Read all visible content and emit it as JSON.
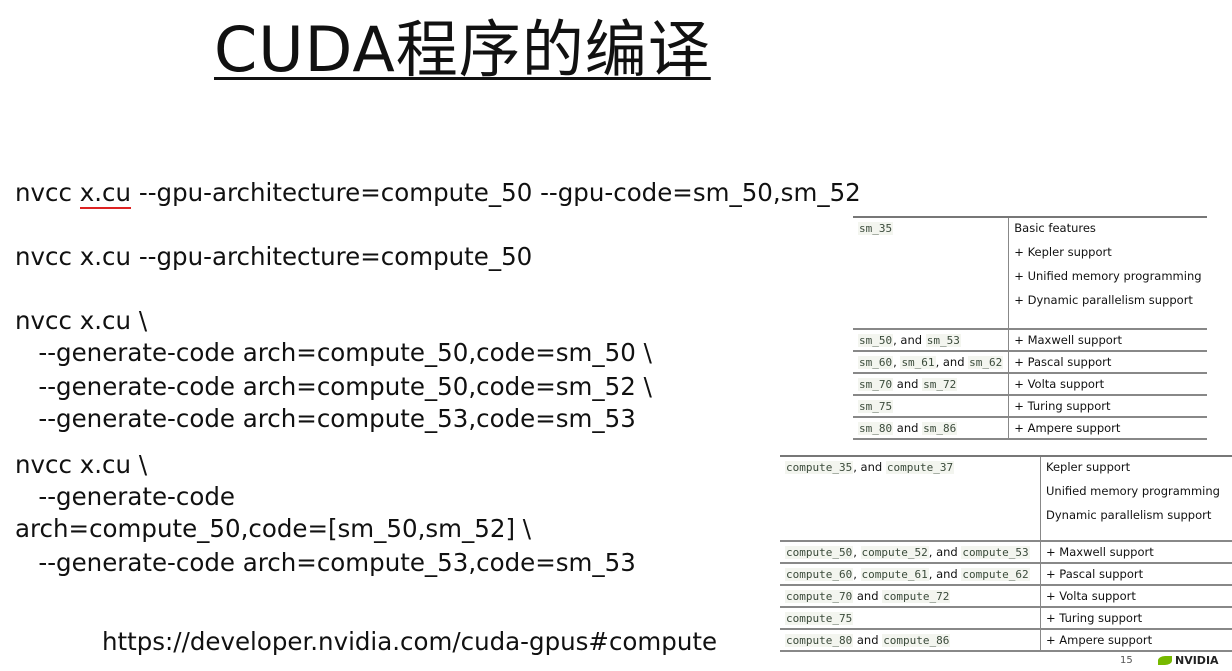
{
  "title": "CUDA程序的编译",
  "commands": [
    {
      "pre": "nvcc ",
      "ul": "x.cu",
      "post": " --gpu-architecture=compute_50 --gpu-code=sm_50,sm_52"
    },
    {
      "pre": "nvcc x.cu --gpu-architecture=compute_50"
    },
    {
      "pre": "nvcc x.cu \\"
    },
    {
      "pre": "   --generate-code arch=compute_50,code=sm_50 \\"
    },
    {
      "pre": "   --generate-code arch=compute_50,code=sm_52 \\"
    },
    {
      "pre": "   --generate-code arch=compute_53,code=sm_53"
    },
    {
      "pre": "nvcc x.cu \\"
    },
    {
      "pre": "   --generate-code"
    },
    {
      "pre": "arch=compute_50,code=[sm_50,sm_52] \\"
    },
    {
      "pre": "   --generate-code arch=compute_53,code=sm_53"
    }
  ],
  "url": "https://developer.nvidia.com/cuda-gpus#compute",
  "sm_table": [
    {
      "left": [
        {
          "c": "sm_35"
        }
      ],
      "right": [
        "Basic features",
        "+ Kepler support",
        "+ Unified memory programming",
        "+ Dynamic parallelism support"
      ]
    },
    {
      "left": [
        {
          "c": "sm_50"
        },
        {
          "t": ", and "
        },
        {
          "c": "sm_53"
        }
      ],
      "right": [
        "+ Maxwell support"
      ]
    },
    {
      "left": [
        {
          "c": "sm_60"
        },
        {
          "t": ", "
        },
        {
          "c": "sm_61"
        },
        {
          "t": ", and "
        },
        {
          "c": "sm_62"
        }
      ],
      "right": [
        "+ Pascal support"
      ]
    },
    {
      "left": [
        {
          "c": "sm_70"
        },
        {
          "t": " and "
        },
        {
          "c": "sm_72"
        }
      ],
      "right": [
        "+ Volta support"
      ]
    },
    {
      "left": [
        {
          "c": "sm_75"
        }
      ],
      "right": [
        "+ Turing support"
      ]
    },
    {
      "left": [
        {
          "c": "sm_80"
        },
        {
          "t": " and "
        },
        {
          "c": "sm_86"
        }
      ],
      "right": [
        "+ Ampere support"
      ]
    }
  ],
  "compute_table": [
    {
      "left": [
        {
          "c": "compute_35"
        },
        {
          "t": ", and "
        },
        {
          "c": "compute_37"
        }
      ],
      "right": [
        "Kepler support",
        "Unified memory programming",
        "Dynamic parallelism support"
      ]
    },
    {
      "left": [
        {
          "c": "compute_50"
        },
        {
          "t": ", "
        },
        {
          "c": "compute_52"
        },
        {
          "t": ", and "
        },
        {
          "c": "compute_53"
        }
      ],
      "right": [
        "+ Maxwell support"
      ]
    },
    {
      "left": [
        {
          "c": "compute_60"
        },
        {
          "t": ", "
        },
        {
          "c": "compute_61"
        },
        {
          "t": ", and "
        },
        {
          "c": "compute_62"
        }
      ],
      "right": [
        "+ Pascal support"
      ]
    },
    {
      "left": [
        {
          "c": "compute_70"
        },
        {
          "t": " and "
        },
        {
          "c": "compute_72"
        }
      ],
      "right": [
        "+ Volta support"
      ]
    },
    {
      "left": [
        {
          "c": "compute_75"
        }
      ],
      "right": [
        "+ Turing support"
      ]
    },
    {
      "left": [
        {
          "c": "compute_80"
        },
        {
          "t": " and "
        },
        {
          "c": "compute_86"
        }
      ],
      "right": [
        "+ Ampere support"
      ]
    }
  ],
  "page_number": "15",
  "logo_text": "NVIDIA"
}
